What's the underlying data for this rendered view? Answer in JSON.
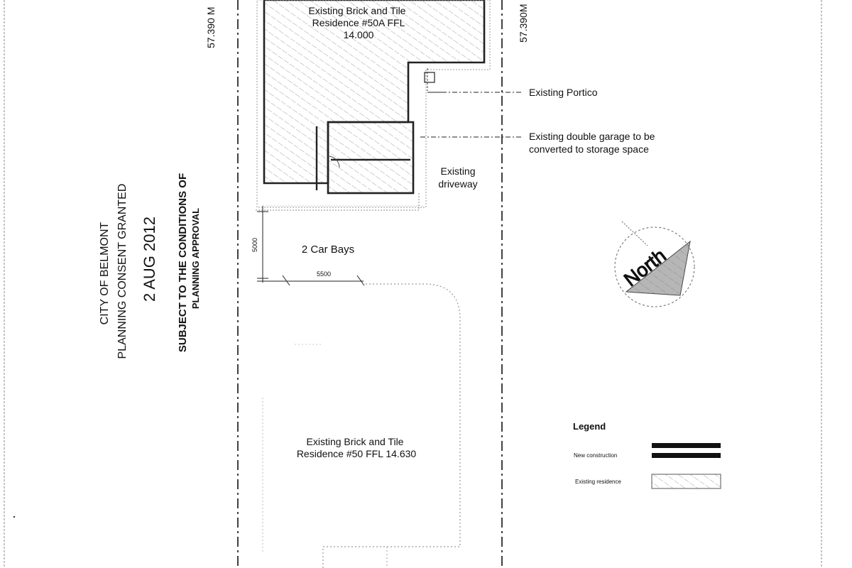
{
  "plan": {
    "boundary_dims": {
      "left": "57.390 M",
      "right": "57.390M"
    },
    "residence_50a": {
      "line1": "Existing Brick and Tile",
      "line2": "Residence #50A FFL",
      "line3": "14.000"
    },
    "portico_label": "Existing Portico",
    "garage_label": {
      "line1": "Existing double garage to be",
      "line2": "converted to storage space"
    },
    "driveway_label": {
      "line1": "Existing",
      "line2": "driveway"
    },
    "car_bays": {
      "label": "2 Car Bays",
      "depth_dim": "5000",
      "width_dim": "5500"
    },
    "residence_50": {
      "line1": "Existing Brick and Tile",
      "line2": "Residence #50 FFL 14.630"
    },
    "north_label": "North"
  },
  "stamp": {
    "line1": "CITY OF BELMONT",
    "line2": "PLANNING CONSENT GRANTED",
    "date": "2 AUG 2012",
    "line3": "SUBJECT TO THE CONDITIONS OF",
    "line4": "PLANNING APPROVAL"
  },
  "legend": {
    "title": "Legend",
    "new_construction": "New construction",
    "existing_residence": "Existing residence"
  }
}
